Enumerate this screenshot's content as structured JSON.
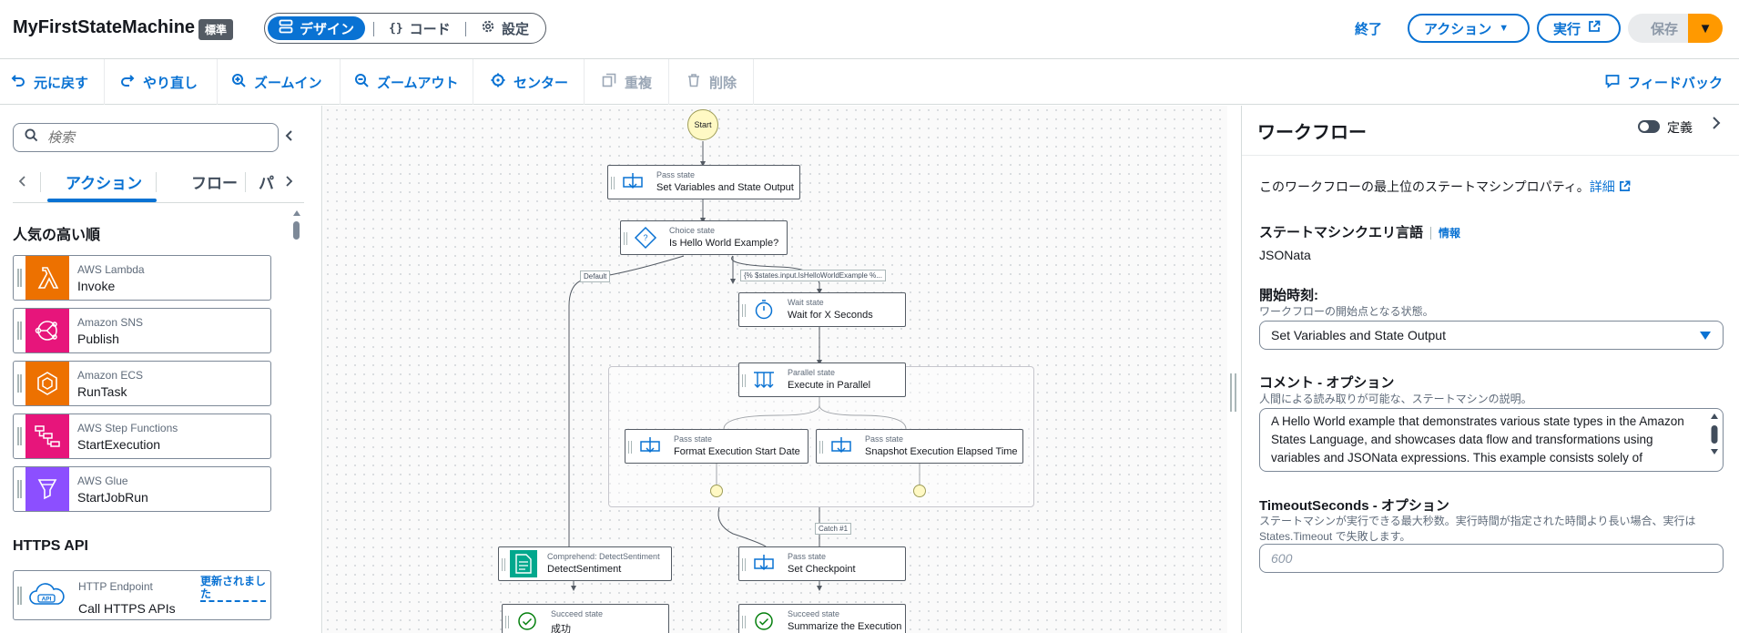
{
  "header": {
    "title": "MyFirstStateMachine",
    "badge": "標準",
    "modes": [
      {
        "label": "デザイン",
        "icon": "design-icon",
        "active": true
      },
      {
        "label": "コード",
        "icon": "code-braces-icon",
        "active": false
      },
      {
        "label": "設定",
        "icon": "gear-icon",
        "active": false
      }
    ],
    "exit_label": "終了",
    "actions_label": "アクション",
    "run_label": "実行",
    "save_label": "保存",
    "accent": "#0972d3",
    "save_accent": "#ff9900"
  },
  "toolbar": {
    "undo": "元に戻す",
    "redo": "やり直し",
    "zoom_in": "ズームイン",
    "zoom_out": "ズームアウト",
    "center": "センター",
    "duplicate": "重複",
    "delete": "削除",
    "feedback": "フィードバック"
  },
  "left_panel": {
    "search_placeholder": "検索",
    "tabs": [
      "アクション",
      "フロー",
      "パ"
    ],
    "popular_heading": "人気の高い順",
    "popular_items": [
      {
        "service": "AWS Lambda",
        "action": "Invoke",
        "color": "#ed7100"
      },
      {
        "service": "Amazon SNS",
        "action": "Publish",
        "color": "#e7157b"
      },
      {
        "service": "Amazon ECS",
        "action": "RunTask",
        "color": "#ed7100"
      },
      {
        "service": "AWS Step Functions",
        "action": "StartExecution",
        "color": "#e7157b"
      },
      {
        "service": "AWS Glue",
        "action": "StartJobRun",
        "color": "#8c4fff"
      }
    ],
    "https_heading": "HTTPS API",
    "https_item": {
      "service": "HTTP Endpoint",
      "action": "Call HTTPS APIs",
      "badge": "更新されました"
    }
  },
  "canvas": {
    "start": "Start",
    "nodes": [
      {
        "type": "Pass state",
        "name": "Set Variables and State Output"
      },
      {
        "type": "Choice state",
        "name": "Is Hello World Example?"
      },
      {
        "type": "Wait state",
        "name": "Wait for X Seconds"
      },
      {
        "type": "Parallel state",
        "name": "Execute in Parallel"
      },
      {
        "type": "Pass state",
        "name": "Format Execution Start Date"
      },
      {
        "type": "Pass state",
        "name": "Snapshot Execution Elapsed Time"
      },
      {
        "type": "Comprehend: DetectSentiment",
        "name": "DetectSentiment"
      },
      {
        "type": "Pass state",
        "name": "Set Checkpoint"
      },
      {
        "type": "Succeed state",
        "name": "成功"
      },
      {
        "type": "Succeed state",
        "name": "Summarize the Execution"
      }
    ],
    "edge_labels": {
      "default": "Default",
      "condition": "{% $states.input.IsHelloWorldExample %...",
      "catch": "Catch #1"
    }
  },
  "right_panel": {
    "title": "ワークフロー",
    "toggle_label": "定義",
    "intro": "このワークフローの最上位のステートマシンプロパティ。",
    "details_link": "詳細",
    "query_language_label": "ステートマシンクエリ言語",
    "info_link": "情報",
    "query_language_value": "JSONata",
    "start_at_label": "開始時刻:",
    "start_at_desc": "ワークフローの開始点となる状態。",
    "start_at_value": "Set Variables and State Output",
    "comment_label": "コメント - オプション",
    "comment_desc": "人間による読み取りが可能な、ステートマシンの説明。",
    "comment_value": "A Hello World example that demonstrates various state types in the Amazon States Language, and showcases data flow and transformations using variables and JSONata expressions. This example consists solely of",
    "timeout_label": "TimeoutSeconds - オプション",
    "timeout_desc": "ステートマシンが実行できる最大秒数。実行時間が指定された時間より長い場合、実行は States.Timeout で失敗します。",
    "timeout_placeholder": "600"
  }
}
